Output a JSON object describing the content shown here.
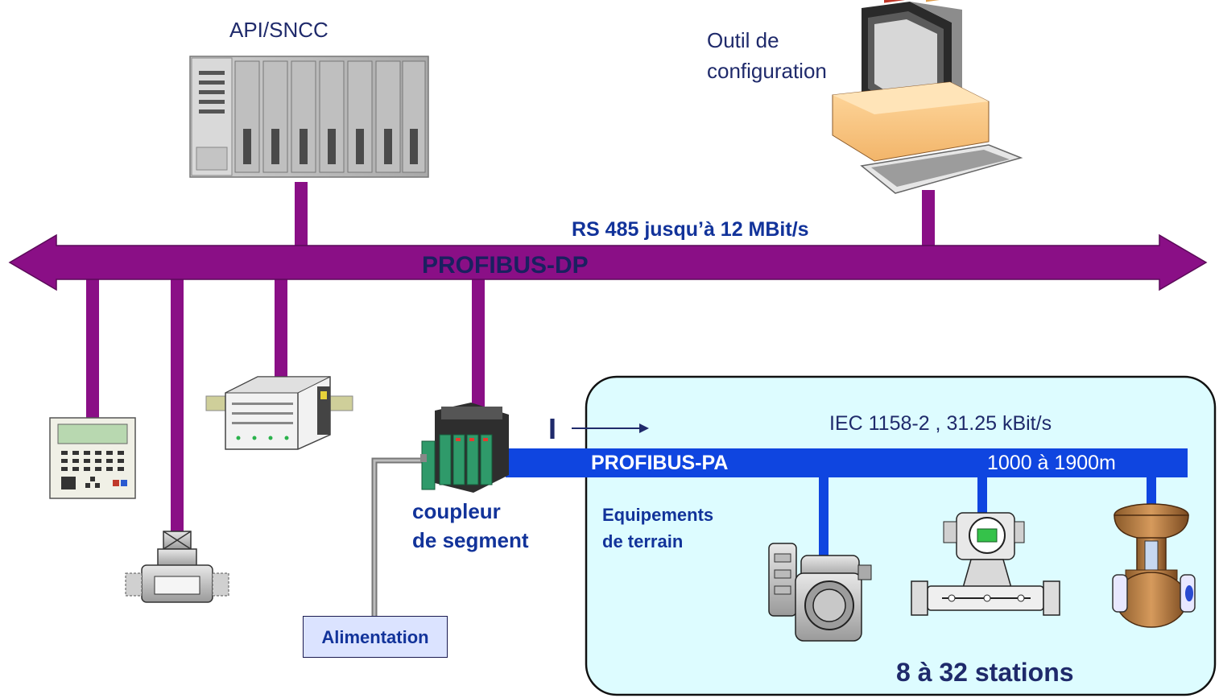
{
  "labels": {
    "api": "API/SNCC",
    "config_line1": "Outil de",
    "config_line2": "configuration",
    "rs485": "RS 485 jusqu’à 12 MBit/s",
    "dp": "PROFIBUS-DP",
    "i_marker": "I",
    "iec": "IEC 1158-2 , 31.25 kBit/s",
    "pa": "PROFIBUS-PA",
    "length": "1000 à 1900m",
    "coupler_line1": "coupleur",
    "coupler_line2": "de segment",
    "field_line1": "Equipements",
    "field_line2": "de terrain",
    "power": "Alimentation",
    "stations": "8 à 32 stations"
  },
  "colors": {
    "dp_bus": "#8a0f86",
    "pa_bus": "#0f45e0",
    "pa_zone": "#ddfcff",
    "text_navy": "#1f2a6b",
    "text_blue": "#12339a"
  },
  "icons": [
    "plc-rack-icon",
    "computer-icon",
    "operator-panel-icon",
    "flowmeter-icon",
    "io-module-icon",
    "segment-coupler-icon",
    "pressure-transmitter-icon",
    "coriolis-flowmeter-icon",
    "control-valve-icon"
  ]
}
